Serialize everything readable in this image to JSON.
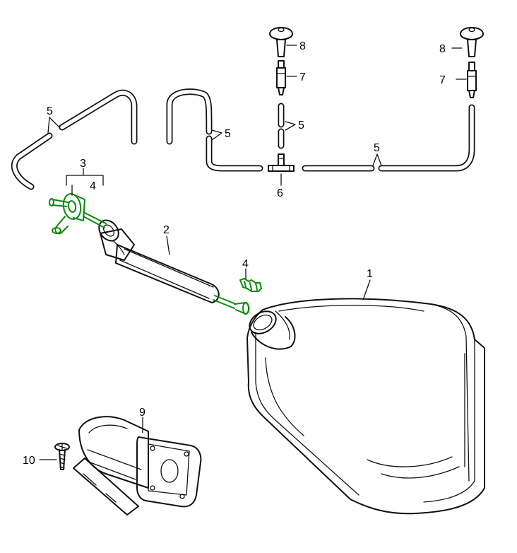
{
  "highlight_color": "#0a8a0a",
  "labels": {
    "p1": "1",
    "p2": "2",
    "p3": "3",
    "p4_bracket": "4",
    "p4_cap": "4",
    "p5_left": "5",
    "p5_mid": "5",
    "p5_vert": "5",
    "p5_right": "5",
    "p6": "6",
    "p7_left": "7",
    "p7_right": "7",
    "p8_left": "8",
    "p8_right": "8",
    "p9": "9",
    "p10": "10"
  }
}
